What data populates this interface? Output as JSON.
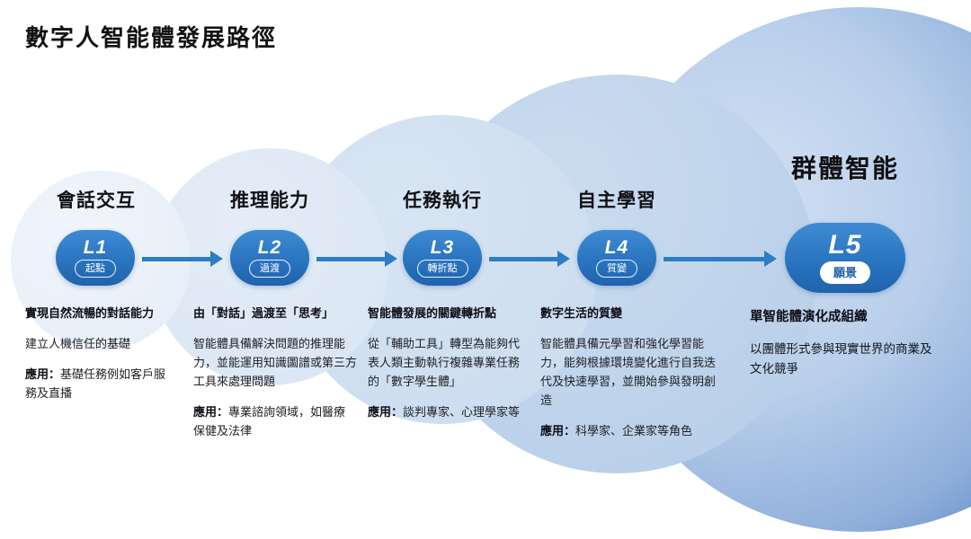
{
  "title": "數字人智能體發展路徑",
  "colors": {
    "accent_blue": "#2e7cc4",
    "pill_gradient_top": "#3f8bd3",
    "pill_gradient_bottom": "#1f63ac",
    "stage_pill_text_l5": "#1e62a8",
    "circle_light": "#e4edf7",
    "circle_dark": "#3d68ae",
    "text_dark": "#0d0d16"
  },
  "levels": [
    {
      "heading": "會話交互",
      "badge": "L1",
      "stage": "起點",
      "highlight": "實現自然流暢的對話能力",
      "body": "建立人機信任的基礎",
      "app_label": "應用：",
      "application": "基礎任務例如客戶服務及直播"
    },
    {
      "heading": "推理能力",
      "badge": "L2",
      "stage": "過渡",
      "highlight": "由「對話」過渡至「思考」",
      "body": "智能體具備解決問題的推理能力，並能運用知識圖譜或第三方工具來處理問題",
      "app_label": "應用：",
      "application": "專業諮詢領域，如醫療保健及法律"
    },
    {
      "heading": "任務執行",
      "badge": "L3",
      "stage": "轉折點",
      "highlight": "智能體發展的關鍵轉折點",
      "body": "從「輔助工具」轉型為能夠代表人類主動執行複雜專業任務的「數字學生體」",
      "app_label": "應用：",
      "application": "談判專家、心理學家等"
    },
    {
      "heading": "自主學習",
      "badge": "L4",
      "stage": "質變",
      "highlight": "數字生活的質變",
      "body": "智能體具備元學習和強化學習能力，能夠根據環境變化進行自我迭代及快速學習，並開始參與發明創造",
      "app_label": "應用：",
      "application": "科學家、企業家等角色"
    },
    {
      "heading": "群體智能",
      "badge": "L5",
      "stage": "願景",
      "highlight": "單智能體演化成組織",
      "body": "以團體形式參與現實世界的商業及文化競爭"
    }
  ]
}
